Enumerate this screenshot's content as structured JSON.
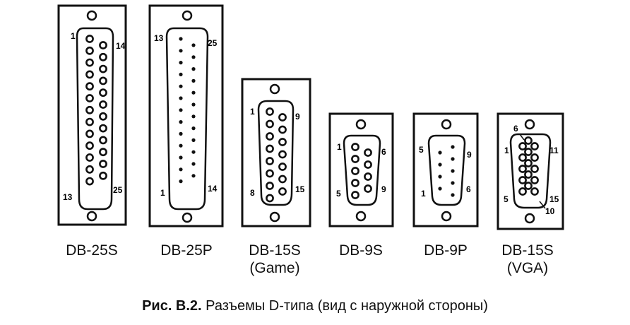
{
  "connectors": [
    {
      "id": "db25s",
      "name": "DB-25S",
      "subtitle": "",
      "pin_labels": [
        "1",
        "14",
        "13",
        "25"
      ]
    },
    {
      "id": "db25p",
      "name": "DB-25P",
      "subtitle": "",
      "pin_labels": [
        "13",
        "25",
        "1",
        "14"
      ]
    },
    {
      "id": "db15s-game",
      "name": "DB-15S",
      "subtitle": "(Game)",
      "pin_labels": [
        "1",
        "9",
        "8",
        "15"
      ]
    },
    {
      "id": "db9s",
      "name": "DB-9S",
      "subtitle": "",
      "pin_labels": [
        "1",
        "6",
        "5",
        "9"
      ]
    },
    {
      "id": "db9p",
      "name": "DB-9P",
      "subtitle": "",
      "pin_labels": [
        "5",
        "9",
        "1",
        "6"
      ]
    },
    {
      "id": "db15s-vga",
      "name": "DB-15S",
      "subtitle": "(VGA)",
      "pin_labels": [
        "6",
        "1",
        "11",
        "5",
        "15",
        "10"
      ]
    }
  ],
  "caption": {
    "prefix": "Рис. В.2.",
    "text": " Разъемы D-типа (вид с наружной стороны)"
  }
}
